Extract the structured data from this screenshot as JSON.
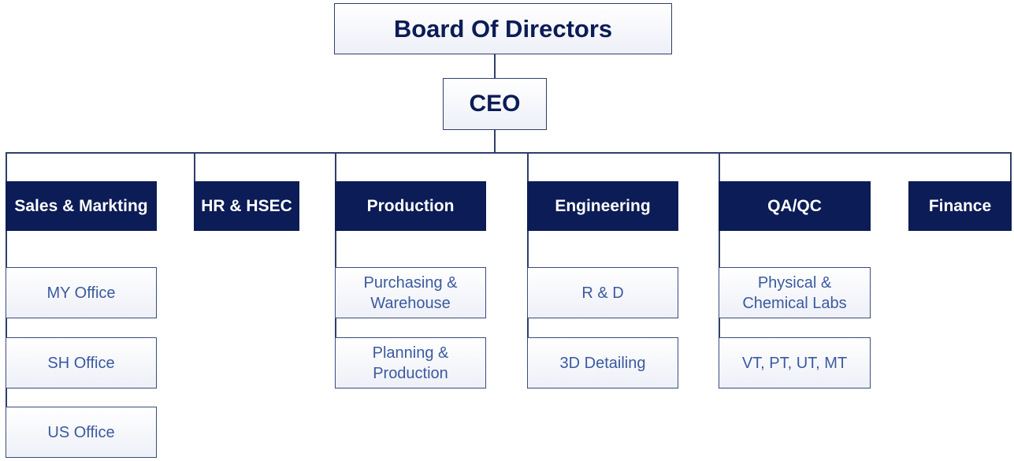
{
  "colors": {
    "primary": "#0b1c56",
    "line": "#2f3f6a",
    "sub_text": "#3a5aa0"
  },
  "board": {
    "label": "Board Of Directors"
  },
  "ceo": {
    "label": "CEO"
  },
  "departments": [
    {
      "id": "sales",
      "label": "Sales & Markting",
      "children": [
        "MY Office",
        "SH Office",
        "US Office"
      ]
    },
    {
      "id": "hr",
      "label": "HR & HSEC",
      "children": []
    },
    {
      "id": "production",
      "label": "Production",
      "children": [
        "Purchasing & Warehouse",
        "Planning & Production"
      ]
    },
    {
      "id": "engineering",
      "label": "Engineering",
      "children": [
        "R & D",
        "3D Detailing"
      ]
    },
    {
      "id": "qaqc",
      "label": "QA/QC",
      "children": [
        "Physical & Chemical Labs",
        "VT, PT, UT, MT"
      ]
    },
    {
      "id": "finance",
      "label": "Finance",
      "children": []
    }
  ]
}
